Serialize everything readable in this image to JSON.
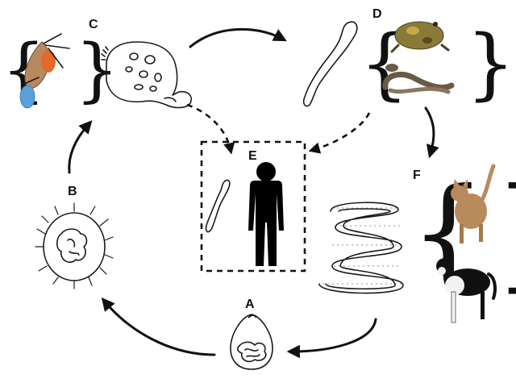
{
  "stages": {
    "a": {
      "label": "A"
    },
    "b": {
      "label": "B"
    },
    "c": {
      "label": "C"
    },
    "d": {
      "label": "D"
    },
    "e": {
      "label": "E"
    },
    "f": {
      "label": "F"
    }
  },
  "colors": {
    "ink": "#111111",
    "copepod_body": "#b8895e",
    "copepod_orange": "#e3682a",
    "copepod_eggs": "#5aa0d8",
    "frog": "#8a7a3a",
    "snake": "#6b5a45",
    "cat": "#b98a5c",
    "dog_black": "#111111",
    "dog_white": "#f2f2f2"
  },
  "icons": [
    "copepod-photo",
    "frog-photo",
    "snake-photo",
    "cat-photo",
    "dog-photo",
    "human-silhouette"
  ]
}
